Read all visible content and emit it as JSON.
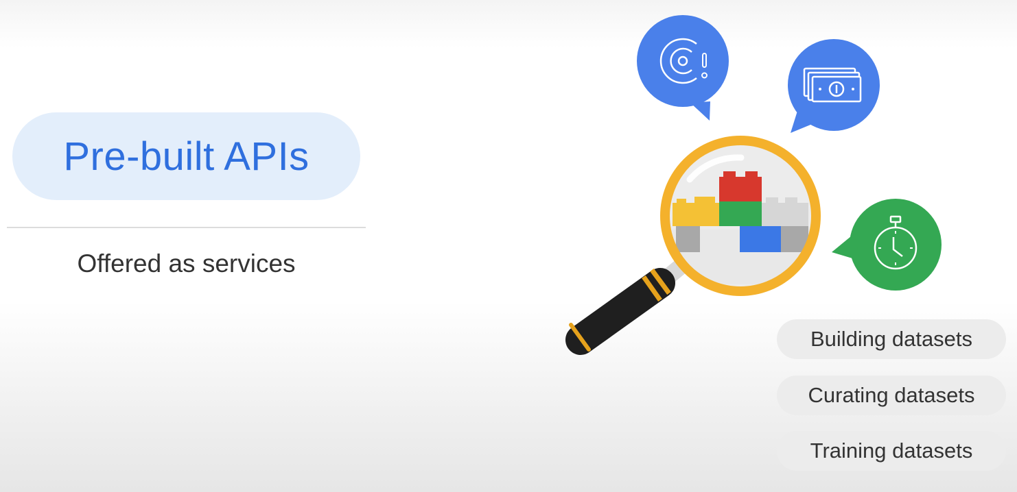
{
  "slide": {
    "title": "Pre-built APIs",
    "subtitle": "Offered as services",
    "tags": [
      {
        "label": "Building datasets"
      },
      {
        "label": "Curating datasets"
      },
      {
        "label": "Training datasets"
      }
    ]
  },
  "icons": [
    "sensor-alert-icon",
    "money-icon",
    "stopwatch-icon",
    "magnifying-glass-icon",
    "building-blocks-icon"
  ],
  "colors": {
    "title_text": "#2f6fde",
    "title_pill": "#e3eefb",
    "bubble_blue": "#4a80ea",
    "bubble_green": "#34a853",
    "lens_rim": "#f4b12c",
    "block_red": "#d7382d",
    "block_green": "#34a853",
    "block_blue": "#3b78e6",
    "block_yellow": "#f4c135",
    "tag_pill": "#ececec"
  }
}
